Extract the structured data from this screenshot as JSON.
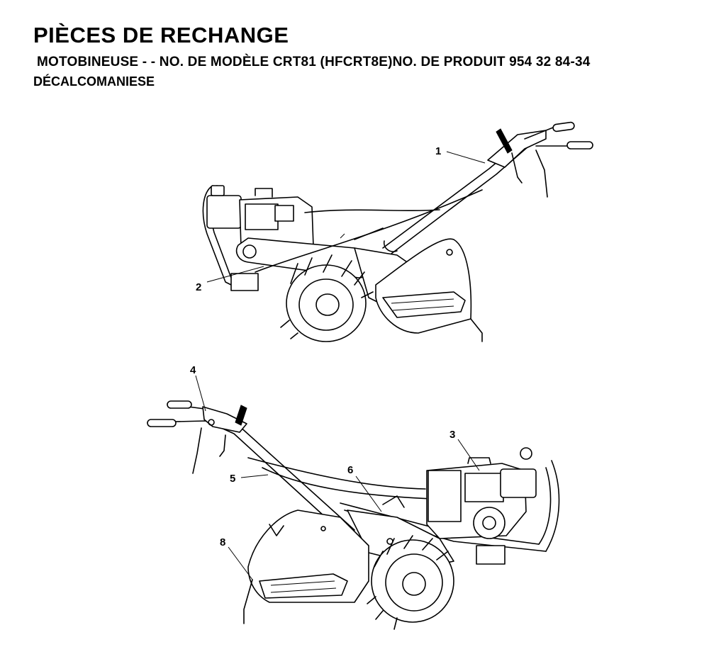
{
  "header": {
    "title": "PIÈCES DE RECHANGE",
    "subtitle": "MOTOBINEUSE - - NO.  DE MODÈLE CRT81 (HFCRT8E)NO. DE PRODUIT 954 32 84-34",
    "section": "DÉCALCOMANIESE"
  },
  "callouts": [
    "1",
    "2",
    "3",
    "4",
    "5",
    "6",
    "8"
  ]
}
